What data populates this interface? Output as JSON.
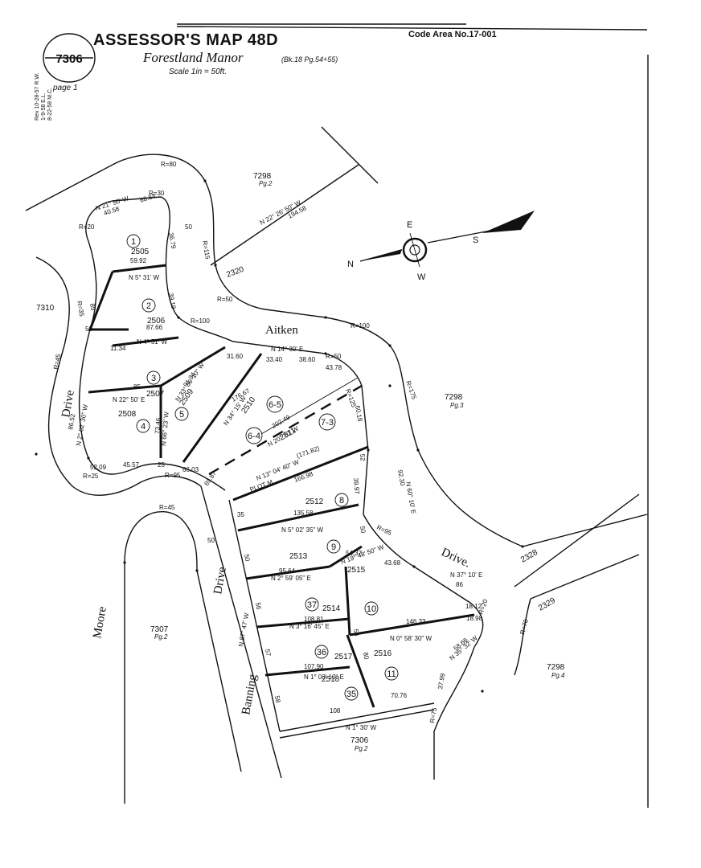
{
  "header": {
    "title": "ASSESSOR'S MAP 48D",
    "subtitle": "Forestland Manor",
    "book_ref": "(Bk.18 Pg.54+55)",
    "scale": "Scale 1in = 50ft.",
    "code_area": "Code Area No.17-001",
    "map_number": "7306",
    "page": "page 1",
    "revisions": [
      "Rev 10-28-57 R.W.",
      "1-9-58 E.L.",
      "8-22-58 M.C."
    ]
  },
  "streets": {
    "aitken": "Aitken",
    "drive_left": "Drive",
    "drive_mid": "Drive",
    "drive_right": "Drive.",
    "moore": "Moore",
    "banning": "Banning"
  },
  "adjacent_parcels": {
    "p7298_top": "7298",
    "p7298_top_pg": "Pg.2",
    "p7298_right": "7298",
    "p7298_right_pg": "Pg.3",
    "p7298_bottom": "7298",
    "p7298_bottom_pg": "Pg.4",
    "p7310": "7310",
    "p7307": "7307",
    "p7307_pg": "Pg.2",
    "p7306_bottom": "7306",
    "p7306_bottom_pg": "Pg.2",
    "p2320": "2320",
    "p2328": "2328",
    "p2329": "2329"
  },
  "parcels": {
    "a2505": "2505",
    "a2506": "2506",
    "a2507": "2507",
    "a2508": "2508",
    "a2509": "2509",
    "a2510": "2510",
    "a2511": "2511",
    "a2512": "2512",
    "a2513": "2513",
    "a2514": "2514",
    "a2515": "2515",
    "a2516": "2516",
    "a2517": "2517",
    "a2518": "2518"
  },
  "lots": {
    "l1": "1",
    "l2": "2",
    "l3": "3",
    "l4": "4",
    "l5": "5",
    "l6_4": "6-4",
    "l6_5": "6-5",
    "l7_3": "7-3",
    "l8": "8",
    "l9": "9",
    "l10": "10",
    "l11": "11",
    "l35": "35",
    "l36": "36",
    "l37": "37"
  },
  "dimensions": {
    "top_bearing": "N 22° 26' 50\" W",
    "top_length": "194.58",
    "r80": "R=80",
    "r30": "R=30",
    "r20": "R=20",
    "r115": "R=115",
    "r50a": "R=50",
    "r100a": "R=100",
    "r100b": "R=100",
    "r175": "R=175",
    "r35": "R=35",
    "r125": "R=125",
    "r25": "R=25",
    "r95": "R=95",
    "r45a": "R=45",
    "r45b": "R=45",
    "r50b": "R=50",
    "r95b": "R=95",
    "r20b": "R=20",
    "r70": "R=70",
    "r75": "R=75",
    "d40_58": "40.58",
    "d68_84": "68.84",
    "d21_50": "N 21° 50' W",
    "d36_79": "36.79",
    "d59_92": "59.92",
    "b5_31": "N 5° 31' W",
    "d85": "85",
    "d50a": "50",
    "d50b": "50",
    "d87_66": "87.66",
    "b4_51": "N 4° 51' W",
    "d39_19": "39.19",
    "d11_34": "11.34",
    "d31_60": "31.60",
    "d33_40": "33.40",
    "d38_60": "38.60",
    "b14_30": "N 14° 30' E",
    "d43_78": "43.78",
    "d85b": "85",
    "b22_50": "N 22° 50' E",
    "d91_34": "91.34",
    "b33_36": "N 33° 36' 10\" W",
    "d176_67": "176.67",
    "b34_15": "N 34° 15' W",
    "d60_18": "60.18",
    "d73_46": "73.46",
    "b66_23": "N 66° 23' W",
    "d52_09": "52.09",
    "d45_57": "45.57",
    "d25": "25",
    "d66_03": "66.03",
    "d69_87": "69.87",
    "d202_49": "202.49",
    "b20_20": "N 20° 20' W",
    "d171_82": "(171.82)",
    "b13_04": "N 13° 04' 40\" W",
    "plot_m": "PLOT M",
    "d166_98": "166.98",
    "d135_58": "135.58",
    "b5_02": "N 5° 02' 35\" W",
    "d39_97": "39.97",
    "d52": "52",
    "d95_64": "95.64",
    "b2_59": "N 2° 59' 05\" E",
    "d54_37": "54.37",
    "b19_48": "N 19° 48' 50\" W",
    "d43_68": "43.68",
    "b37_10": "N 37° 10' E",
    "d86": "86",
    "d18_12": "18.12",
    "d18_98": "18.98",
    "d108_81": "108.81",
    "b3_16": "N 3° 16' 45\" E",
    "d146_33": "146.33",
    "b0_58": "N 0° 58' 30\" W",
    "d107_90": "107.90",
    "b1_03": "N 1° 03' 10\" E",
    "d58_66": "58.66",
    "b35_32": "N 35° 32' W",
    "d37_99": "37.99",
    "d70_76": "70.76",
    "d108": "108",
    "b1_30": "N 1° 30' W",
    "d35": "35",
    "d50c": "50",
    "d50d": "50",
    "d50e": "50",
    "d56": "56",
    "d57": "57",
    "d58": "58",
    "d53": "53",
    "d80": "80",
    "b87_47": "N 87° 47' W",
    "b2_02": "N 2° 02' 30\" W",
    "d86_52": "86.52",
    "b60_10": "N 60° 10' E",
    "d92_30": "92.30"
  },
  "compass": {
    "n": "N",
    "s": "S",
    "e": "E",
    "w": "W"
  }
}
